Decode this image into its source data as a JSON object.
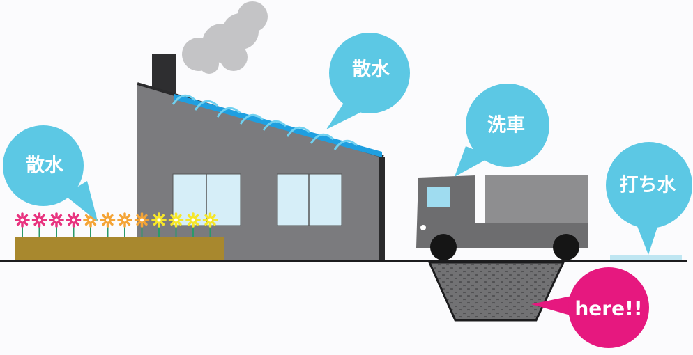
{
  "labels": {
    "garden_watering": "散水",
    "roof_watering": "散水",
    "car_wash": "洗車",
    "road_sprinkling": "打ち水",
    "here": "here!!"
  },
  "colors": {
    "bubble": "#5cc8e4",
    "here_bubble": "#e6187f",
    "house": "#7b7b7e",
    "roof_gutter": "#1f9fe0",
    "planter": "#a8882e",
    "truck_cab": "#6d6d6f",
    "truck_box": "#8e8e90",
    "pit": "#5c5c5e",
    "window": "#d6eef8",
    "smoke": "#c4c4c6",
    "flower_pink": "#e8337f",
    "flower_orange": "#f4a436",
    "flower_yellow": "#f6e62a"
  }
}
